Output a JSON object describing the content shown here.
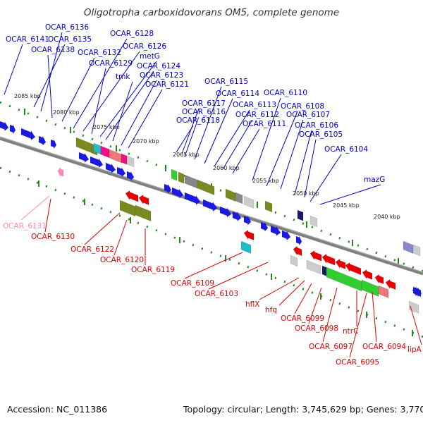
{
  "title": "Oligotropha carboxidovorans OM5, complete genome",
  "footer": {
    "accession": "Accession: NC_011386",
    "info": "Topology: circular; Length: 3,745,629 bp; Genes: 3,770"
  },
  "colors": {
    "forward_label": "#0000cc",
    "reverse_label": "#dd0000",
    "pseudo_label": "#ff88bb",
    "cds_forward": "#1a1ae0",
    "cds_reverse": "#e80000",
    "cog_olive": "#7a8a20",
    "cog_green": "#33cc33",
    "cog_cyan": "#22bbcc",
    "cog_magenta": "#ee1188",
    "cog_salmon": "#ee7777",
    "cog_gray": "#888888",
    "cog_lightgray": "#cccccc",
    "cog_navy": "#1a1a66",
    "cog_lavender": "#8888cc",
    "backbone": "#808080",
    "track_dots": "#228822"
  },
  "kbp_ticks": [
    "2085 kbp",
    "2080 kbp",
    "2075 kbp",
    "2070 kbp",
    "2065 kbp",
    "2060 kbp",
    "2055 kbp",
    "2050 kbp",
    "2045 kbp",
    "2040 kbp"
  ],
  "forward_genes": [
    "OCAR_6141",
    "OCAR_6136",
    "OCAR_6135",
    "OCAR_6138",
    "OCAR_6128",
    "OCAR_6132",
    "OCAR_6126",
    "metG",
    "OCAR_6129",
    "OCAR_6124",
    "tmk",
    "OCAR_6123",
    "OCAR_6121",
    "OCAR_6115",
    "OCAR_6114",
    "OCAR_6117",
    "OCAR_6113",
    "OCAR_6110",
    "OCAR_6116",
    "OCAR_6112",
    "OCAR_6108",
    "OCAR_6118",
    "OCAR_6111",
    "OCAR_6107",
    "OCAR_6106",
    "OCAR_6105",
    "OCAR_6104",
    "mazG"
  ],
  "reverse_genes": [
    "OCAR_6130",
    "OCAR_6122",
    "OCAR_6120",
    "OCAR_6119",
    "OCAR_6109",
    "OCAR_6103",
    "hflX",
    "hfq",
    "OCAR_6099",
    "OCAR_6098",
    "ntrC",
    "OCAR_6097",
    "OCAR_6094",
    "OCAR_6095",
    "lipA"
  ],
  "pseudo_genes": [
    "OCAR_6131"
  ]
}
